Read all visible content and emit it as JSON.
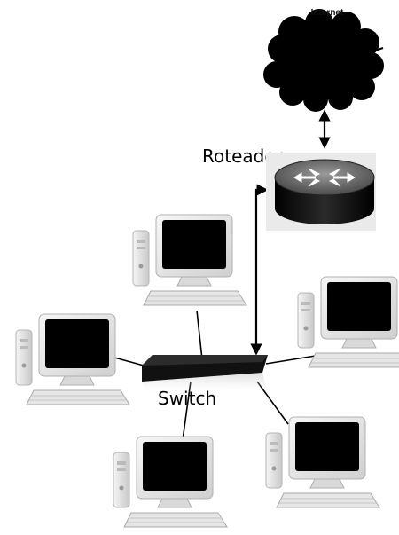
{
  "labels": {
    "internet": "Internet",
    "router": "Roteador",
    "switch": "Switch"
  },
  "nodes": [
    {
      "id": "internet",
      "kind": "cloud",
      "icon": "cloud-icon"
    },
    {
      "id": "router",
      "kind": "router",
      "icon": "router-icon"
    },
    {
      "id": "switch",
      "kind": "switch",
      "icon": "switch-icon"
    },
    {
      "id": "pc-top",
      "kind": "computer",
      "icon": "computer-icon"
    },
    {
      "id": "pc-left",
      "kind": "computer",
      "icon": "computer-icon"
    },
    {
      "id": "pc-right",
      "kind": "computer",
      "icon": "computer-icon"
    },
    {
      "id": "pc-bottom-left",
      "kind": "computer",
      "icon": "computer-icon"
    },
    {
      "id": "pc-bottom-right",
      "kind": "computer",
      "icon": "computer-icon"
    }
  ],
  "links": [
    {
      "from": "internet",
      "to": "router",
      "style": "double-arrow"
    },
    {
      "from": "router",
      "to": "switch",
      "style": "double-arrow"
    },
    {
      "from": "switch",
      "to": "pc-top",
      "style": "line"
    },
    {
      "from": "switch",
      "to": "pc-left",
      "style": "line"
    },
    {
      "from": "switch",
      "to": "pc-right",
      "style": "line"
    },
    {
      "from": "switch",
      "to": "pc-bottom-left",
      "style": "line"
    },
    {
      "from": "switch",
      "to": "pc-bottom-right",
      "style": "line"
    }
  ],
  "colors": {
    "cloud": "#000000",
    "router_body": "#1a1a1a",
    "router_top": "#6e6e6e",
    "switch_body": "#111111",
    "monitor_frame": "#ececec",
    "screen": "#000000",
    "tower": "#e8e8e8",
    "link": "#000000"
  }
}
